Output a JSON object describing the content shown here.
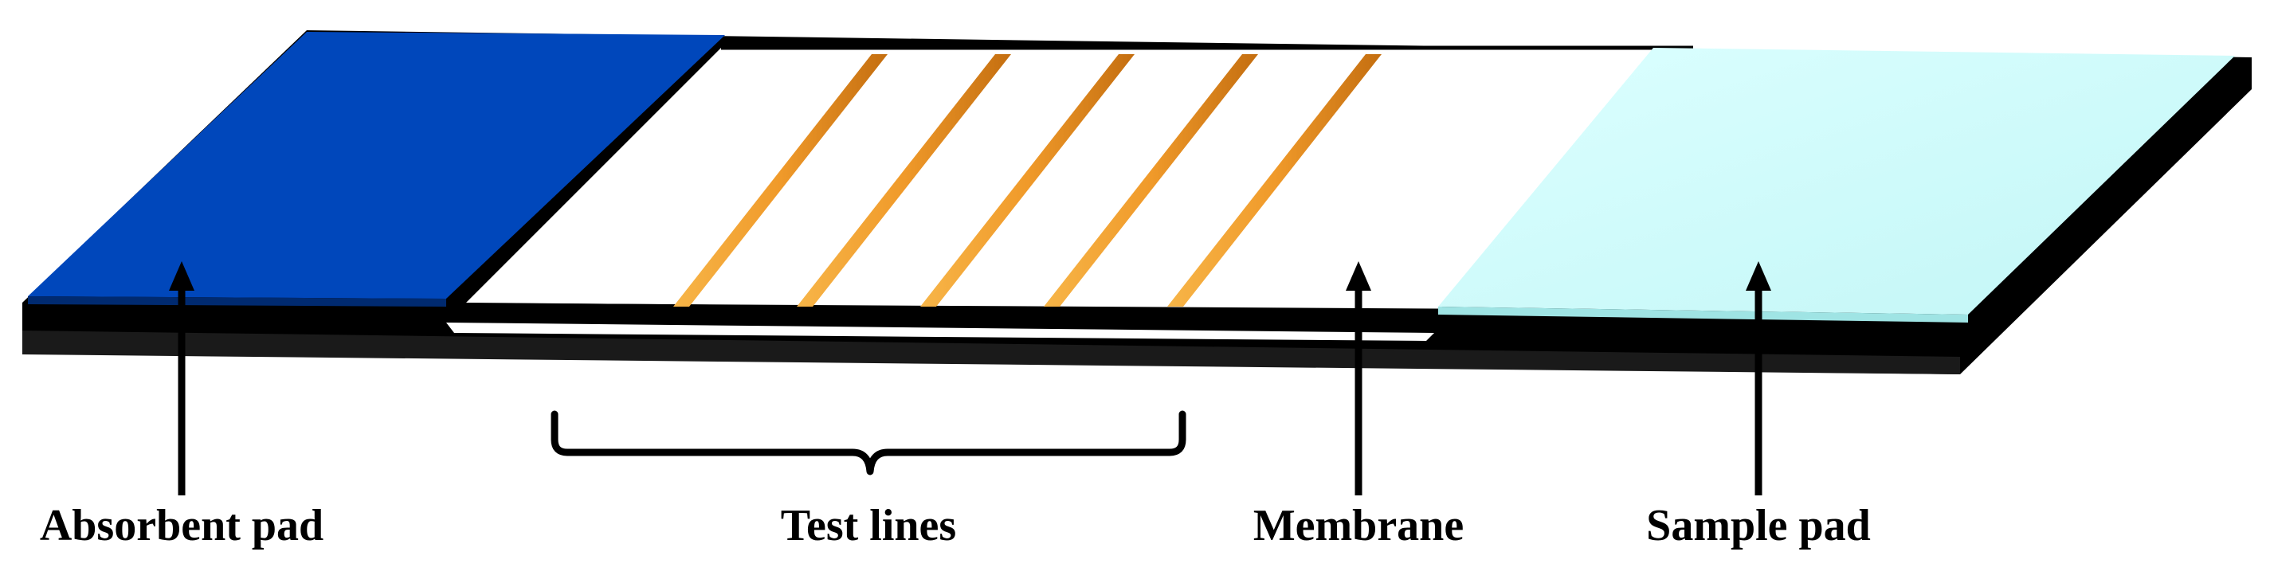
{
  "labels": {
    "absorbent_pad": "Absorbent pad",
    "test_lines": "Test lines",
    "membrane": "Membrane",
    "sample_pad": "Sample pad"
  },
  "colors": {
    "absorbent_pad": "#0047BB",
    "sample_pad": "#CCFCFC",
    "test_line": "#F09A2A",
    "backing": "#000000",
    "membrane": "#FFFFFF"
  },
  "test_line_count": 5
}
